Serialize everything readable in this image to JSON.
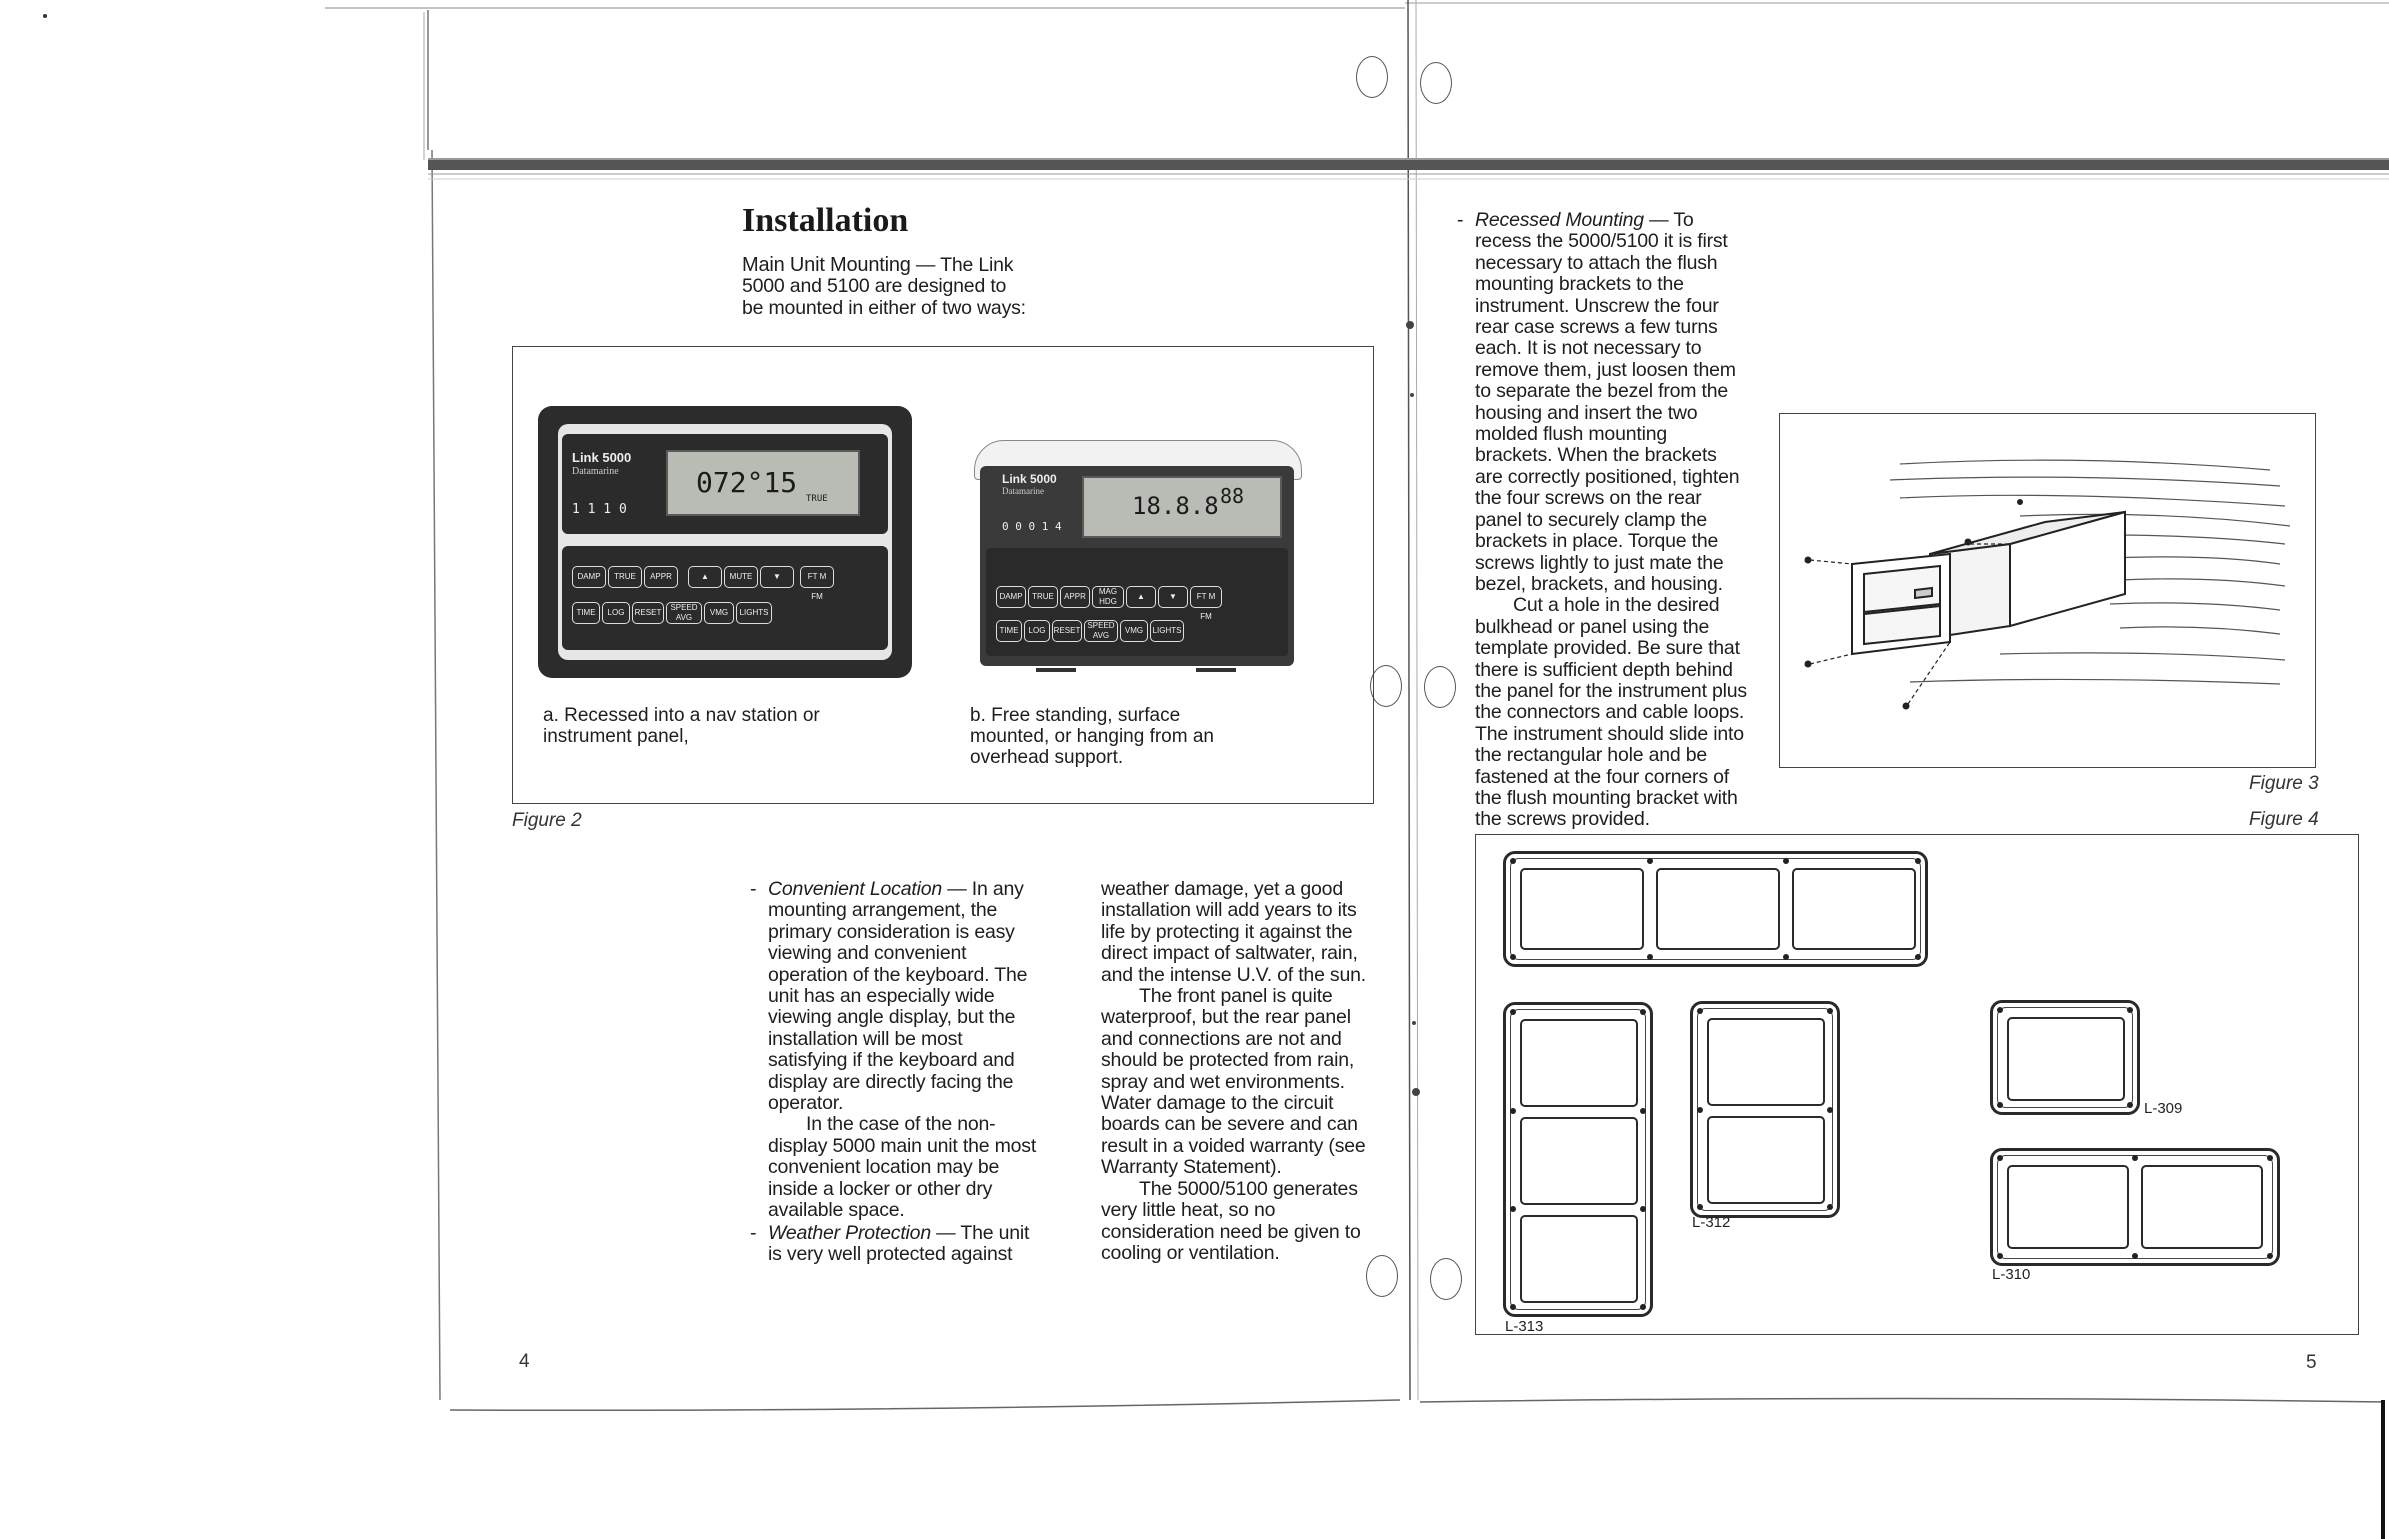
{
  "left_page": {
    "title": "Installation",
    "intro_heading": "Main Unit Mounting",
    "intro_text": " — The Link 5000 and 5100 are designed to be mounted in either of two ways:",
    "figure2": {
      "label": "Figure 2",
      "caption_a": "a. Recessed into a nav station or instrument panel,",
      "caption_b": "b. Free standing, surface mounted, or hanging from an overhead support.",
      "unit_a": {
        "brand": "Link 5000",
        "maker": "Datamarine",
        "display_value": "072°15",
        "display_mode": "TRUE",
        "counter": "1 1 1 0",
        "buttons": [
          "DAMP",
          "TRUE",
          "APPR",
          "▲",
          "MUTE",
          "▼",
          "FT M FM",
          "TIME",
          "LOG",
          "RESET",
          "SPEED AVG",
          "VMG",
          "LIGHTS"
        ]
      },
      "unit_b": {
        "brand": "Link 5000",
        "maker": "Datamarine",
        "display_value": "18.8.8",
        "display_value_2": "88",
        "counter": "0 0 0 1 4",
        "buttons": [
          "DAMP",
          "TRUE",
          "APPR",
          "MAG HDG",
          "▲",
          "▼",
          "FT M FM",
          "TIME",
          "LOG",
          "RESET",
          "SPEED AVG",
          "VMG",
          "LIGHTS"
        ]
      }
    },
    "col1": {
      "p1_heading": "Convenient Location",
      "p1_text": " — In any mounting arrangement, the primary consideration is easy viewing and convenient operation of the keyboard. The unit has an especially wide viewing angle display, but the installation will be most satisfying if the keyboard and display are directly facing the operator.",
      "p2_text": "In the case of the non-display 5000 main unit the most convenient location may be inside a locker or other dry available space.",
      "p3_heading": "Weather Protection",
      "p3_text": " — The unit is very well protected against"
    },
    "col2": {
      "p1_text": "weather damage, yet a good installation will add years to its life by protecting it against the direct impact of saltwater, rain, and the intense U.V. of the sun.",
      "p2_text": "The front panel is quite waterproof, but the rear panel and connections are not and should be protected from rain, spray and wet environments. Water damage to the circuit boards can be severe and can result in a voided warranty (see Warranty Statement).",
      "p3_text": "The 5000/5100 generates very little heat, so no consideration need be given to cooling or ventilation."
    },
    "page_number": "4"
  },
  "right_page": {
    "p1_heading": "Recessed Mounting",
    "p1_text": " — To recess the 5000/5100 it is first necessary to attach the flush mounting brackets to the instrument. Unscrew the four rear case screws a few turns each. It is not necessary to remove them, just loosen them to separate the bezel from the housing and insert the two molded flush mounting brackets. When the brackets are correctly positioned, tighten the four screws on the rear panel to securely clamp the brackets in place. Torque the screws lightly to just mate the bezel, brackets, and housing.",
    "p2_text": "Cut a hole in the desired bulkhead or panel using the template provided. Be sure that there is sufficient depth behind the panel for the instrument plus the connectors and cable loops. The instrument should slide into the rectangular hole and be fastened at the four corners of the flush mounting bracket with the screws provided.",
    "figure3_label": "Figure 3",
    "figure4_label": "Figure 4",
    "templates": {
      "l309": "L-309",
      "l310": "L-310",
      "l312": "L-312",
      "l313": "L-313"
    },
    "page_number": "5"
  }
}
